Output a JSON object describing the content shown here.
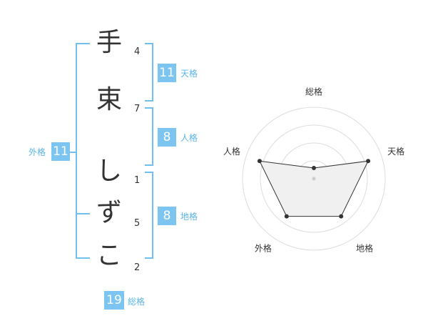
{
  "characters": [
    {
      "char": "手",
      "strokes": "4"
    },
    {
      "char": "束",
      "strokes": "7"
    },
    {
      "char": "し",
      "strokes": "1"
    },
    {
      "char": "ず",
      "strokes": "5"
    },
    {
      "char": "こ",
      "strokes": "2"
    }
  ],
  "kakusu": {
    "tenkaku": {
      "value": "11",
      "label": "天格"
    },
    "jinkaku": {
      "value": "8",
      "label": "人格"
    },
    "chikaku": {
      "value": "8",
      "label": "地格"
    },
    "gaikaku": {
      "value": "11",
      "label": "外格"
    },
    "soukaku": {
      "value": "19",
      "label": "総格"
    }
  },
  "chart_data": {
    "type": "radar",
    "axes": [
      "総格",
      "天格",
      "地格",
      "外格",
      "人格"
    ],
    "values": [
      0.15,
      0.8,
      0.65,
      0.65,
      0.8
    ],
    "rings": 4,
    "fill": "#f0f0f0",
    "stroke": "#333333"
  }
}
